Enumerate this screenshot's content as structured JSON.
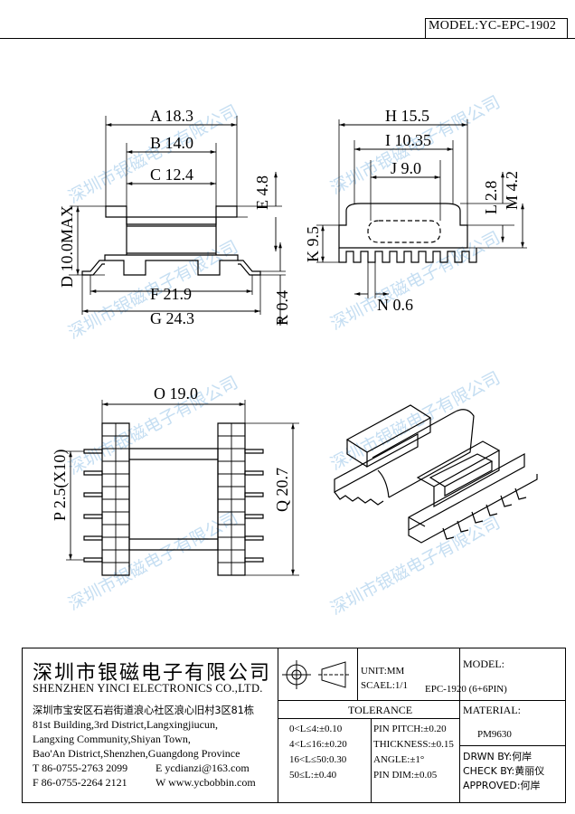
{
  "model_header": "MODEL:YC-EPC-1902",
  "watermark": "深圳市银磁电子有限公司",
  "dimensions": {
    "A": "A 18.3",
    "B": "B 14.0",
    "C": "C 12.4",
    "D": "D 10.0MAX",
    "E": "E 4.8",
    "F": "F 21.9",
    "G": "G 24.3",
    "R": "R 0.4",
    "H": "H 15.5",
    "I": "I 10.35",
    "J": "J 9.0",
    "K": "K 9.5",
    "L": "L 2.8",
    "M": "M 4.2",
    "N": "N 0.6",
    "O": "O 19.0",
    "P": "P 2.5(X10)",
    "Q": "Q 20.7"
  },
  "title_block": {
    "company_cn": "深圳市银磁电子有限公司",
    "company_en": "SHENZHEN YINCI ELECTRONICS CO.,LTD.",
    "address_cn": "深圳市宝安区石岩街道浪心社区浪心旧村3区81栋",
    "address_en": [
      "81st Building,3rd District,Langxingjiucun,",
      "Langxing Community,Shiyan Town,",
      "Bao'An District,Shenzhen,Guangdong Province"
    ],
    "tel": "T 86-0755-2763 2099",
    "email": "E ycdianzi@163.com",
    "fax": "F 86-0755-2264 2121",
    "web": "W www.ycbobbin.com",
    "unit": "UNIT:MM",
    "scale": "SCAEL:1/1",
    "model_label": "MODEL:",
    "model_value": "EPC-1920 (6+6PIN)",
    "tolerance_title": "TOLERANCE",
    "tolerance_rows": [
      "0<L≤4:±0.10",
      "4<L≤16:±0.20",
      "16<L≤50:0.30",
      "50≤L:±0.40"
    ],
    "pin_rows": [
      "PIN PITCH:±0.20",
      "THICKNESS:±0.15",
      "ANGLE:±1°",
      "PIN DIM:±0.05"
    ],
    "material_label": "MATERIAL:",
    "material_value": "PM9630",
    "drawn_by": "DRWN BY:何岸",
    "check_by": "CHECK BY:黄丽仪",
    "approved_by": "APPROVED:何岸"
  }
}
